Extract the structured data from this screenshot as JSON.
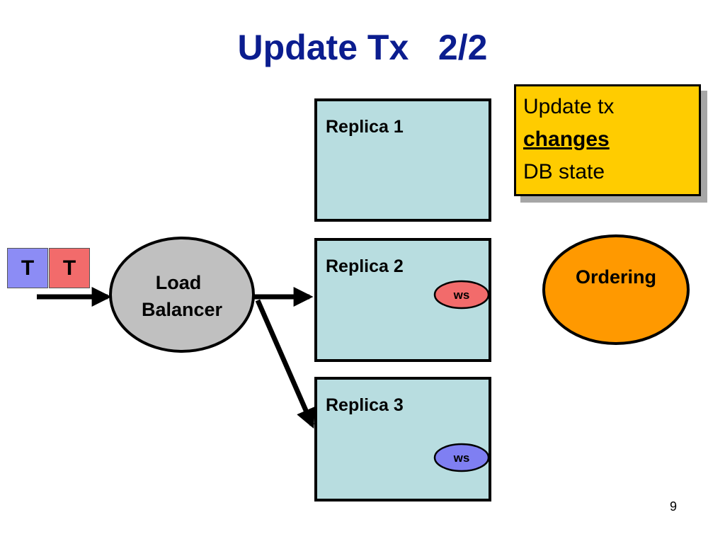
{
  "title": "Update Tx   2/2",
  "replicas": [
    {
      "label": "Replica 1"
    },
    {
      "label": "Replica 2",
      "ws_label": "ws",
      "ws_color": "#f26b6b"
    },
    {
      "label": "Replica 3",
      "ws_label": "ws",
      "ws_color": "#7f7ff2"
    }
  ],
  "note": {
    "line1": "Update tx",
    "line2": "changes",
    "line3": "DB state"
  },
  "transactions": [
    {
      "label": "T",
      "color": "#8c8cf5"
    },
    {
      "label": "T",
      "color": "#f26b6b"
    }
  ],
  "load_balancer": {
    "line1": "Load",
    "line2": "Balancer"
  },
  "ordering": {
    "label": "Ordering"
  },
  "page_number": "9",
  "colors": {
    "title": "#0b1d8f",
    "replica_fill": "#b8dde0",
    "note_fill": "#ffcc00",
    "load_balancer_fill": "#c0c0c0",
    "ordering_fill": "#ff9900"
  }
}
